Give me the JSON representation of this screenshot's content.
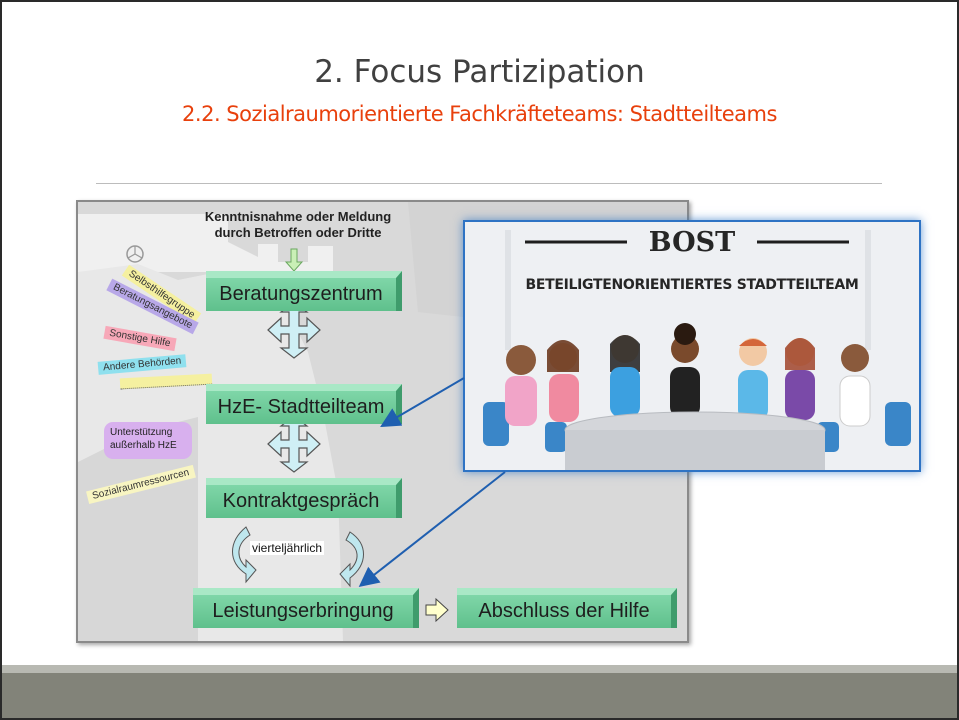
{
  "slide": {
    "title": "2. Focus Partizipation",
    "subtitle": "2.2. Sozialraumorientierte Fachkräfteteams: Stadtteilteams"
  },
  "diagram": {
    "intro": "Kenntnisnahme oder Meldung durch Betroffen oder Dritte",
    "steps": {
      "beratung": "Beratungszentrum",
      "hze": "HzE- Stadtteilteam",
      "kontrakt": "Kontraktgespräch",
      "leistung": "Leistungserbringung",
      "abschluss": "Abschluss der Hilfe"
    },
    "cycle_label": "vierteljährlich",
    "tags": {
      "selbsthilfe": "Selbsthilfegruppe",
      "beratungsangebote": "Beratungsangebote",
      "sonstige": "Sonstige Hilfe",
      "behoerden": "Andere Behörden",
      "unterstuetzung": "Unterstützung außerhalb HzE",
      "sozialraum": "Sozialraumressourcen"
    },
    "colors": {
      "step_fill": "#6ccb98",
      "tag_yellow": "#f5f0a0",
      "tag_purple": "#b8a8e8",
      "tag_pink": "#f7a8b8",
      "tag_cyan": "#8fe0ee",
      "tag_lilac": "#d8b0ee"
    }
  },
  "bost": {
    "title": "BOST",
    "subtitle": "BETEILIGTENORIENTIERTES STADTTEILTEAM",
    "border_color": "#2e73c4"
  }
}
